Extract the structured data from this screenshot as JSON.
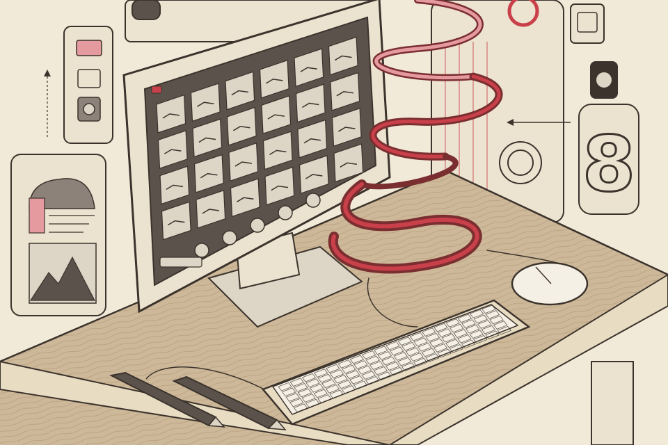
{
  "scene": {
    "style": "isometric pen-and-ink illustration with red accents",
    "palette": {
      "paper": "#f1ead9",
      "ink": "#3b332c",
      "wood": "#cdb899",
      "wood_dark": "#a88f6d",
      "accent_red": "#c9404a",
      "accent_pink": "#e59aa0",
      "screen": "#5b534b",
      "photo": "#ddd5c6"
    },
    "icons": [
      "monitor-icon",
      "thumbnail-grid-icon",
      "film-reel-ribbon-icon",
      "keyboard-icon",
      "mouse-icon",
      "pen-icon",
      "speaker-icon",
      "chart-card-icon",
      "mountain-image-icon",
      "camera-icon"
    ],
    "thumbnail_grid": {
      "rows": 4,
      "cols": 6
    }
  }
}
